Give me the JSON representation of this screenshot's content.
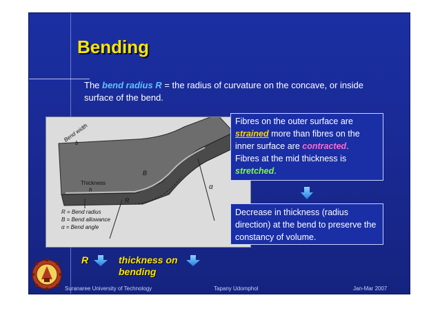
{
  "slide": {
    "title": "Bending",
    "intro": {
      "prefix": "The ",
      "term": "bend radius R",
      "rest": " = the radius of curvature on the concave, or inside surface of the bend."
    },
    "box1": {
      "p1_a": "Fibres on the outer surface are ",
      "p1_strained": "strained",
      "p1_b": " more than fibres on the inner surface are ",
      "p1_contracted": "contracted",
      "p1_c": ".",
      "p2_a": "Fibres at the mid thickness is ",
      "p2_stretched": "stretched",
      "p2_b": "."
    },
    "box2": {
      "text": "Decrease in thickness (radius direction) at the bend to preserve the constancy of volume."
    },
    "bottom": {
      "r_label": "R",
      "thickness_label": "thickness on bending"
    },
    "figure": {
      "labels": {
        "bend_width": "Bend width",
        "b": "b",
        "thickness": "Thickness",
        "h": "h",
        "R": "R",
        "B": "B",
        "alpha": "α",
        "legend1": "R = Bend radius",
        "legend2": "B = Bend allowance",
        "legend3": "α = Bend angle"
      }
    },
    "footer": {
      "left": "Suranaree University of Technology",
      "center": "Tapany Udomphol",
      "right": "Jan-Mar 2007"
    },
    "colors": {
      "background": "#1a2a95",
      "title": "#ffe600",
      "term": "#5fc4ff",
      "strained": "#ffd400",
      "contracted": "#ff6ad0",
      "stretched": "#7dff3a",
      "arrow": "#3fa9ff"
    },
    "icons": {
      "arrow_down": "down-arrow-icon",
      "arrow_right": "right-arrow-icon",
      "logo": "university-seal-logo"
    }
  }
}
